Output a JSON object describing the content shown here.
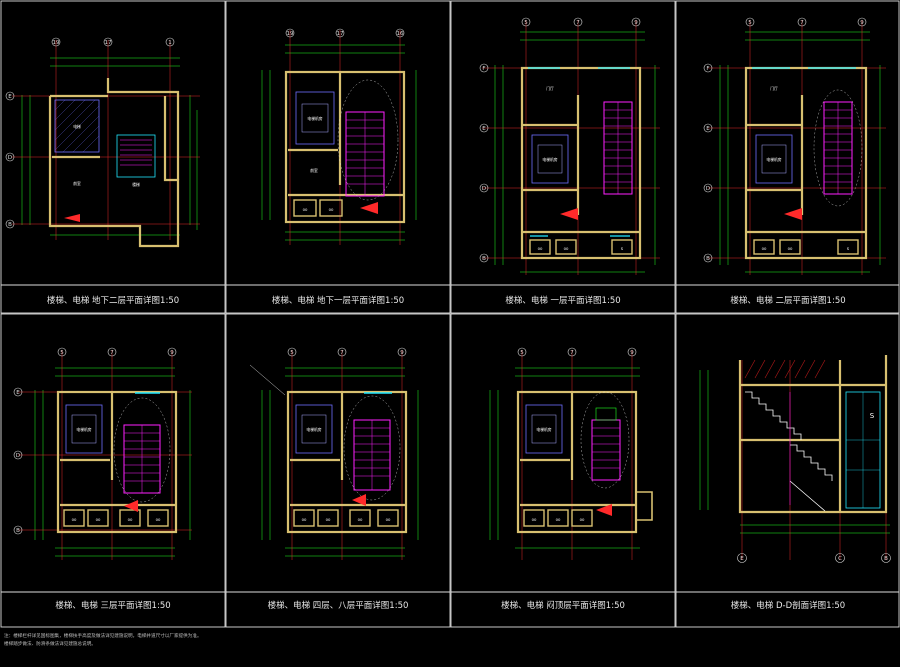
{
  "panels": [
    {
      "caption": "楼梯、电梯   地下二层平面详图1:50",
      "top_axes": [
        "19",
        "17",
        "1"
      ],
      "left_axes": [
        "E",
        "D",
        "B"
      ],
      "room_labels": [
        "电梯",
        "前室",
        "楼梯"
      ]
    },
    {
      "caption": "楼梯、电梯   地下一层平面详图1:50",
      "top_axes": [
        "19",
        "17",
        "16"
      ],
      "left_axes": [],
      "room_labels": [
        "电梯机房",
        "前室",
        "00",
        "00"
      ]
    },
    {
      "caption": "楼梯、电梯   一层平面详图1:50",
      "top_axes": [
        "5",
        "7",
        "9"
      ],
      "left_axes": [
        "F",
        "E",
        "D",
        "B"
      ],
      "room_labels": [
        "门厅",
        "电梯机房",
        "00",
        "00",
        "S"
      ]
    },
    {
      "caption": "楼梯、电梯   二层平面详图1:50",
      "top_axes": [
        "5",
        "7",
        "9"
      ],
      "left_axes": [
        "F",
        "E",
        "D",
        "B"
      ],
      "room_labels": [
        "门厅",
        "电梯机房",
        "00",
        "00",
        "S"
      ]
    },
    {
      "caption": "楼梯、电梯   三层平面详图1:50",
      "top_axes": [
        "5",
        "7",
        "9"
      ],
      "left_axes": [
        "E",
        "D",
        "B"
      ],
      "room_labels": [
        "电梯机房",
        "00",
        "00",
        "00",
        "00"
      ]
    },
    {
      "caption": "楼梯、电梯   四层、八层平面详图1:50",
      "top_axes": [
        "5",
        "7",
        "9"
      ],
      "left_axes": [],
      "room_labels": [
        "电梯机房",
        "00",
        "00",
        "00",
        "00"
      ]
    },
    {
      "caption": "楼梯、电梯   闷顶层平面详图1:50",
      "top_axes": [
        "5",
        "7",
        "9"
      ],
      "left_axes": [],
      "room_labels": [
        "电梯机房",
        "00",
        "00",
        "00"
      ]
    },
    {
      "caption": "楼梯、电梯   D-D剖面详图1:50",
      "top_axes": [],
      "left_axes": [],
      "bottom_axes": [
        "E",
        "C",
        "B"
      ],
      "room_labels": [
        "S"
      ]
    }
  ],
  "notes": [
    "注：楼梯栏杆详见国标图集，楼梯扶手高度及做法详见建施说明，电梯井道尺寸以厂家提供为准。",
    "楼梯踏步做法、防滑条做法详见建施总说明。"
  ],
  "colors": {
    "background": "#000000",
    "frame": "#dcdcdc",
    "wall": "#d8c070",
    "wall_hatch": "#b31a1a",
    "dimension": "#21ff21",
    "axis_line": "#ff2a2a",
    "stair": "#ff21ff",
    "elevator": "#6e6eff",
    "window": "#21e8ff",
    "leader": "#ffffff"
  }
}
